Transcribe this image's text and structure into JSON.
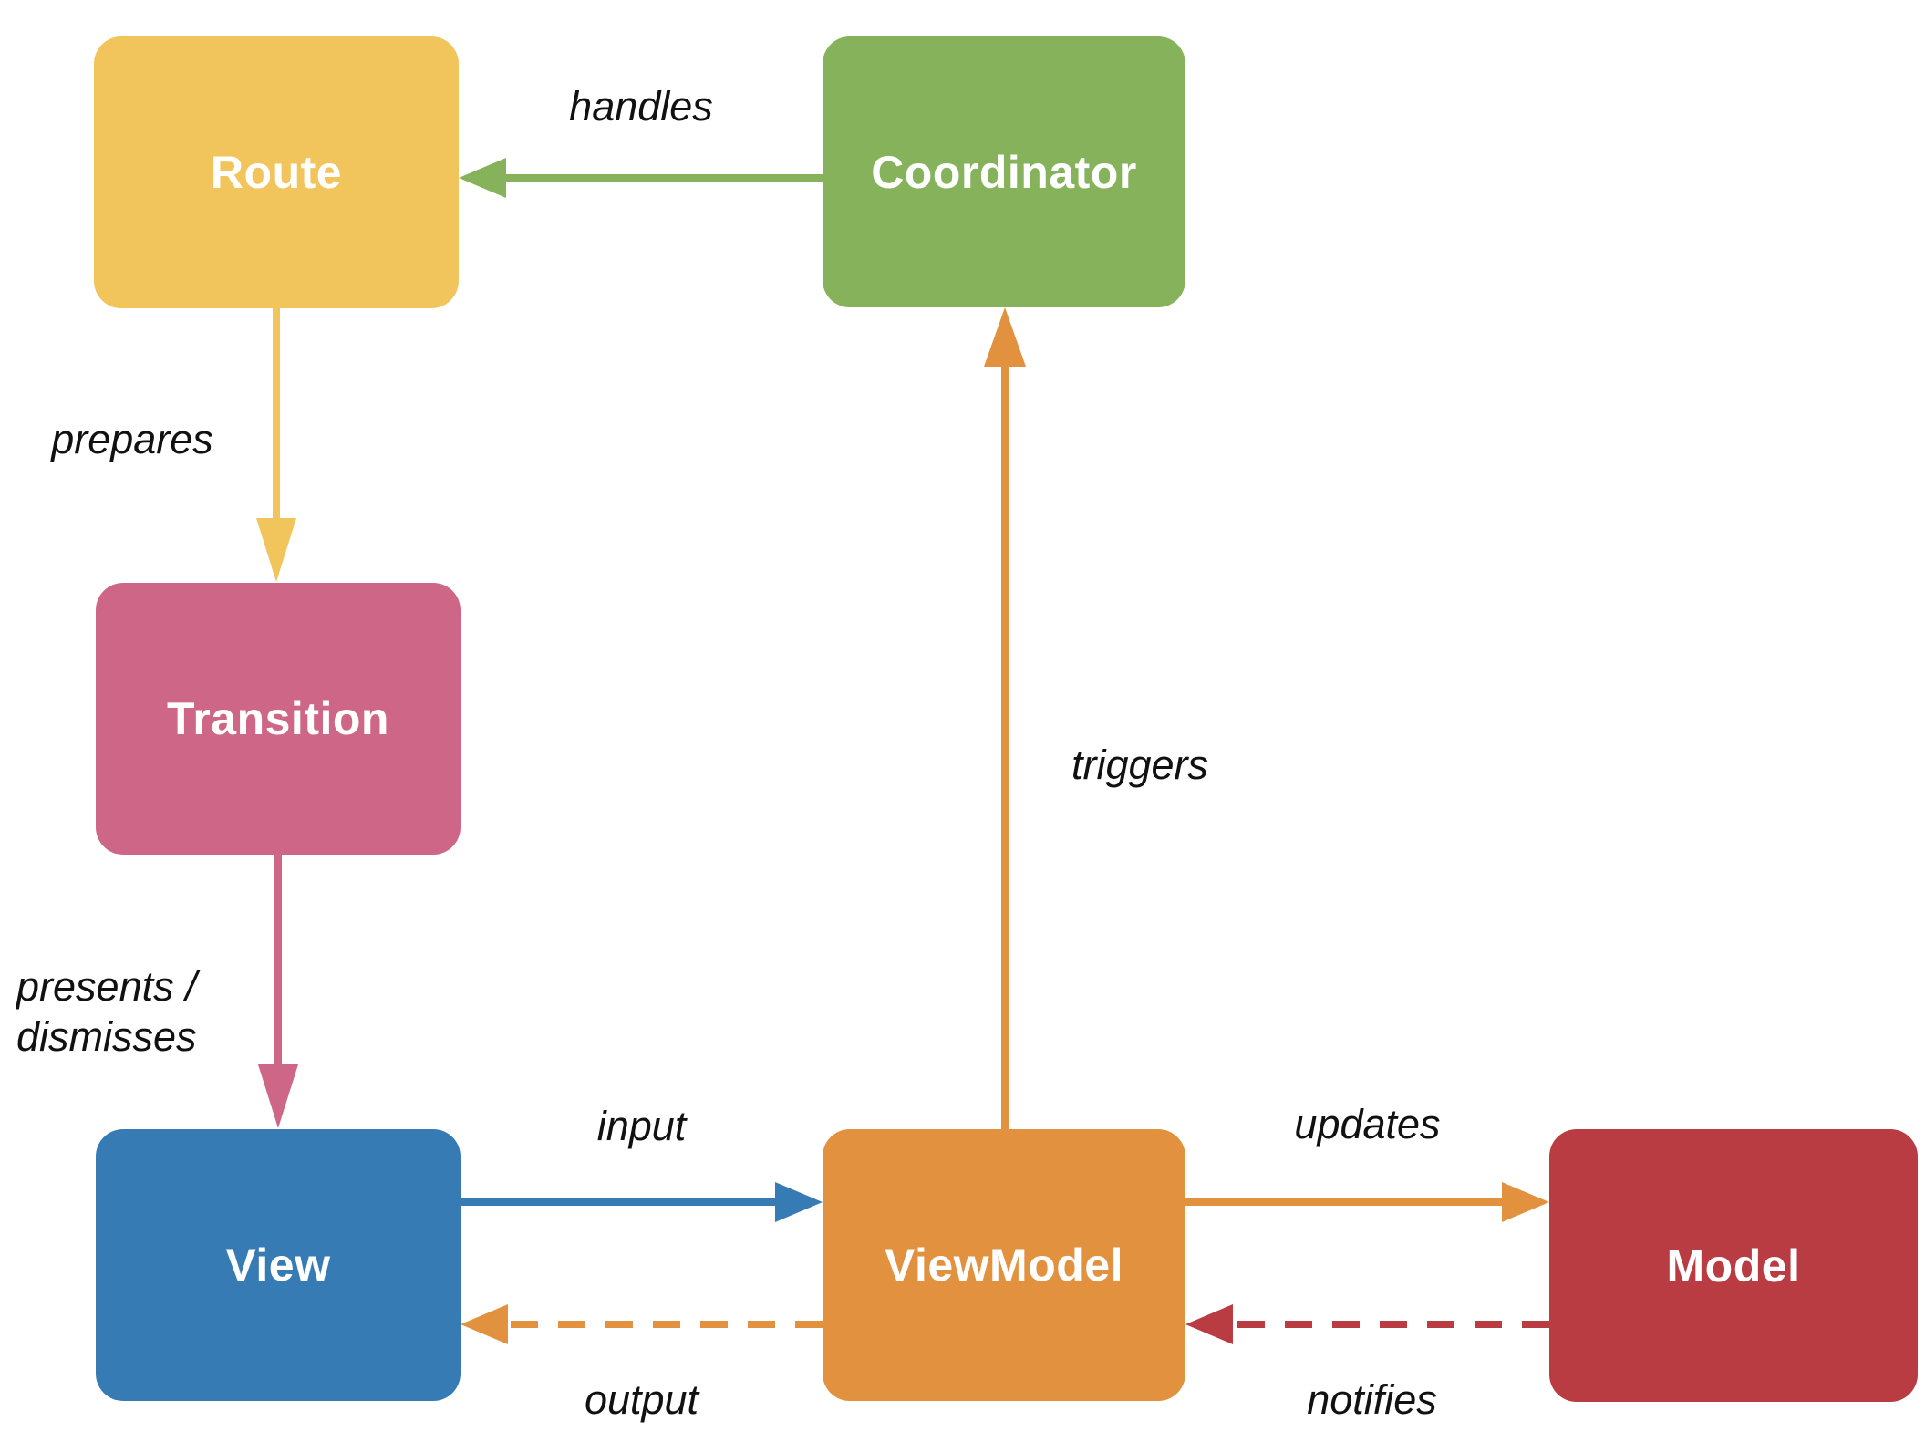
{
  "diagram": {
    "type": "architecture-flow",
    "pattern": "MVVM-C",
    "background": "#FFFFFF",
    "label_text_color": "#111111",
    "node_text_color": "#FFFFFF",
    "nodes": [
      {
        "id": "route",
        "label": "Route",
        "color": "#F2C45C"
      },
      {
        "id": "coordinator",
        "label": "Coordinator",
        "color": "#85B25A"
      },
      {
        "id": "transition",
        "label": "Transition",
        "color": "#CE6687"
      },
      {
        "id": "view",
        "label": "View",
        "color": "#377BB5"
      },
      {
        "id": "viewmodel",
        "label": "ViewModel",
        "color": "#E2913F"
      },
      {
        "id": "model",
        "label": "Model",
        "color": "#B93C43"
      }
    ],
    "edges": [
      {
        "from": "coordinator",
        "to": "route",
        "label": "handles",
        "color": "#85B25A",
        "style": "solid",
        "direction": "left"
      },
      {
        "from": "route",
        "to": "transition",
        "label": "prepares",
        "color": "#F2C45C",
        "style": "solid",
        "direction": "down"
      },
      {
        "from": "transition",
        "to": "view",
        "label": "presents / dismisses",
        "color": "#CE6687",
        "style": "solid",
        "direction": "down"
      },
      {
        "from": "view",
        "to": "viewmodel",
        "label": "input",
        "color": "#377BB5",
        "style": "solid",
        "direction": "right"
      },
      {
        "from": "viewmodel",
        "to": "view",
        "label": "output",
        "color": "#E2913F",
        "style": "dashed",
        "direction": "left"
      },
      {
        "from": "viewmodel",
        "to": "coordinator",
        "label": "triggers",
        "color": "#E2913F",
        "style": "solid",
        "direction": "up"
      },
      {
        "from": "viewmodel",
        "to": "model",
        "label": "updates",
        "color": "#E2913F",
        "style": "solid",
        "direction": "right"
      },
      {
        "from": "model",
        "to": "viewmodel",
        "label": "notifies",
        "color": "#B93C43",
        "style": "dashed",
        "direction": "left"
      }
    ]
  }
}
